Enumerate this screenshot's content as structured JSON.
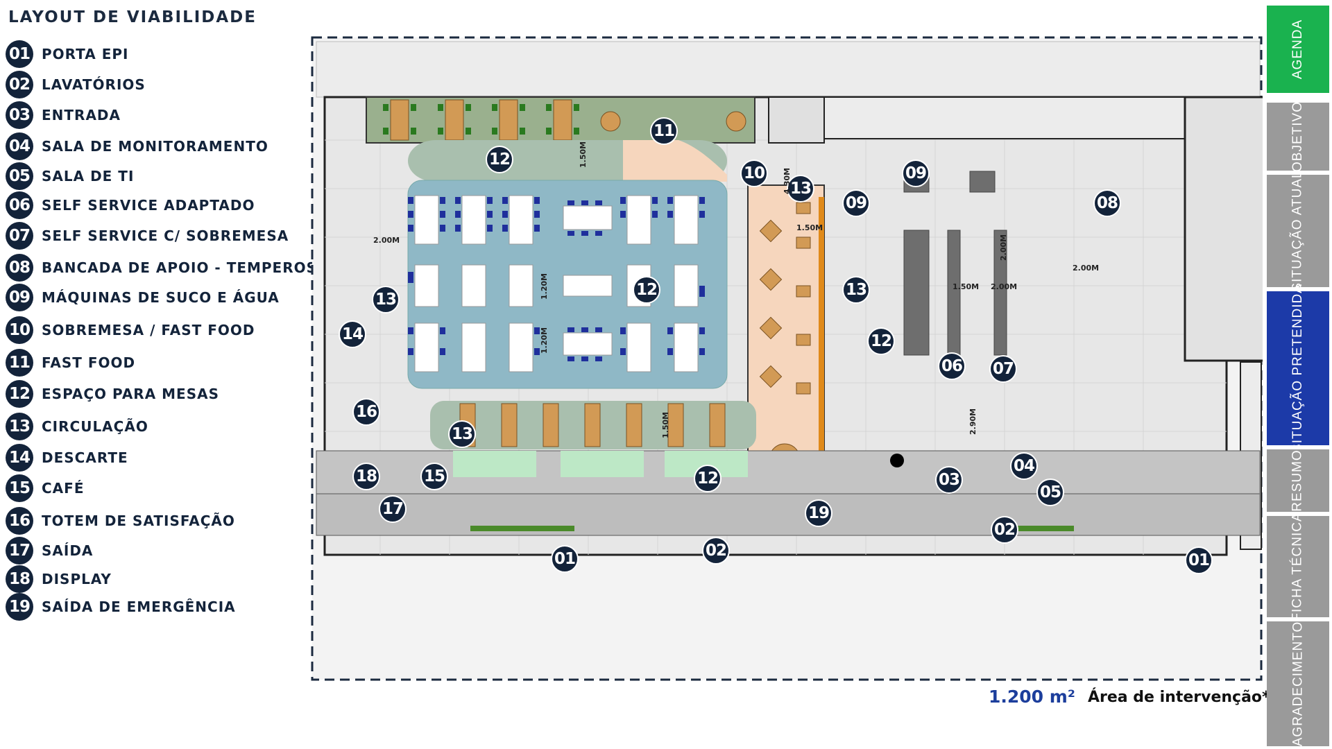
{
  "title": "LAYOUT DE VIABILIDADE",
  "legend": [
    {
      "num": "01",
      "label": "PORTA EPI"
    },
    {
      "num": "02",
      "label": "LAVATÓRIOS"
    },
    {
      "num": "03",
      "label": "ENTRADA"
    },
    {
      "num": "04",
      "label": "SALA DE MONITORAMENTO"
    },
    {
      "num": "05",
      "label": "SALA DE TI"
    },
    {
      "num": "06",
      "label": "SELF SERVICE ADAPTADO"
    },
    {
      "num": "07",
      "label": "SELF SERVICE C/ SOBREMESA"
    },
    {
      "num": "08",
      "label": "BANCADA DE APOIO - TEMPEROS"
    },
    {
      "num": "09",
      "label": "MÁQUINAS DE SUCO E ÁGUA"
    },
    {
      "num": "10",
      "label": "SOBREMESA / FAST FOOD"
    },
    {
      "num": "11",
      "label": "FAST FOOD"
    },
    {
      "num": "12",
      "label": "ESPAÇO PARA MESAS"
    },
    {
      "num": "13",
      "label": "CIRCULAÇÃO"
    },
    {
      "num": "14",
      "label": "DESCARTE"
    },
    {
      "num": "15",
      "label": "CAFÉ"
    },
    {
      "num": "16",
      "label": "TOTEM DE SATISFAÇÃO"
    },
    {
      "num": "17",
      "label": "SAÍDA"
    },
    {
      "num": "18",
      "label": "DISPLAY"
    },
    {
      "num": "19",
      "label": "SAÍDA DE EMERGÊNCIA"
    }
  ],
  "plan_markers": [
    {
      "num": "12"
    },
    {
      "num": "11"
    },
    {
      "num": "10"
    },
    {
      "num": "13"
    },
    {
      "num": "09"
    },
    {
      "num": "09"
    },
    {
      "num": "08"
    },
    {
      "num": "12"
    },
    {
      "num": "13"
    },
    {
      "num": "13"
    },
    {
      "num": "14"
    },
    {
      "num": "12"
    },
    {
      "num": "06"
    },
    {
      "num": "07"
    },
    {
      "num": "16"
    },
    {
      "num": "13"
    },
    {
      "num": "04"
    },
    {
      "num": "05"
    },
    {
      "num": "18"
    },
    {
      "num": "15"
    },
    {
      "num": "12"
    },
    {
      "num": "03"
    },
    {
      "num": "17"
    },
    {
      "num": "19"
    },
    {
      "num": "02"
    },
    {
      "num": "01"
    },
    {
      "num": "02"
    },
    {
      "num": "01"
    }
  ],
  "dimensions": [
    "1.50M",
    "4.30M",
    "2.00M",
    "1.50M",
    "1.20M",
    "1.20M",
    "2.00M",
    "1.50M",
    "2.00M",
    "2.00M",
    "2.90M",
    "1.50M"
  ],
  "area_value": "1.200 m²",
  "area_label": "Área de intervenção*",
  "nav_tabs": [
    {
      "label": "AGENDA",
      "bg": "#1ab24f",
      "active": false
    },
    {
      "label": "OBJETIVO",
      "bg": "#9a9a9a",
      "active": false
    },
    {
      "label": "SITUAÇÃO ATUAL",
      "bg": "#9a9a9a",
      "active": false
    },
    {
      "label": "SITUAÇÃO PRETENDIDA",
      "bg": "#1c3aa8",
      "active": true
    },
    {
      "label": "RESUMO",
      "bg": "#9a9a9a",
      "active": false
    },
    {
      "label": "FICHA TÉCNICA",
      "bg": "#9a9a9a",
      "active": false
    },
    {
      "label": "AGRADECIMENTO",
      "bg": "#9a9a9a",
      "active": false
    }
  ],
  "colors": {
    "dark_navy": "#13233a",
    "table_white": "#ffffff",
    "chair_blue": "#1f2f9c",
    "chair_green": "#2a7a1f",
    "wood": "#d29a55",
    "floor_blue": "#8fb8c6",
    "peach": "#f6d6bd",
    "gray_zone": "#b5b5b5",
    "area_blue": "#1c3e9c"
  }
}
